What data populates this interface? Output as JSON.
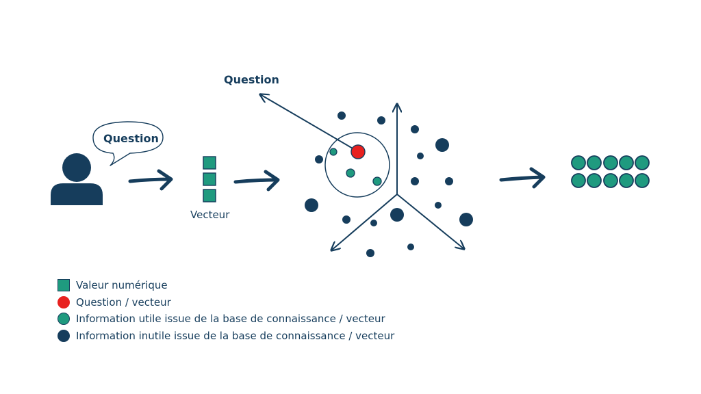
{
  "colors": {
    "navy": "#163d5c",
    "teal": "#1f9a7f",
    "red": "#e8211f",
    "white": "#ffffff"
  },
  "labels": {
    "bubble_question": "Question",
    "vector": "Vecteur",
    "axis_question": "Question"
  },
  "legend": {
    "items": [
      {
        "label": "Valeur numérique",
        "shape": "square",
        "color": "#1f9a7f"
      },
      {
        "label": "Question / vecteur",
        "shape": "circle",
        "color": "#e8211f"
      },
      {
        "label": "Information utile issue de la base de connaissance / vecteur",
        "shape": "circle",
        "color": "#1f9a7f"
      },
      {
        "label": "Information inutile issue de la base de connaissance / vecteur",
        "shape": "circle",
        "color": "#163d5c"
      }
    ]
  },
  "icons": [
    "user-icon",
    "speech-bubble-icon",
    "arrow-icon",
    "vector-squares-icon",
    "axes-icon",
    "result-dots-icon"
  ]
}
